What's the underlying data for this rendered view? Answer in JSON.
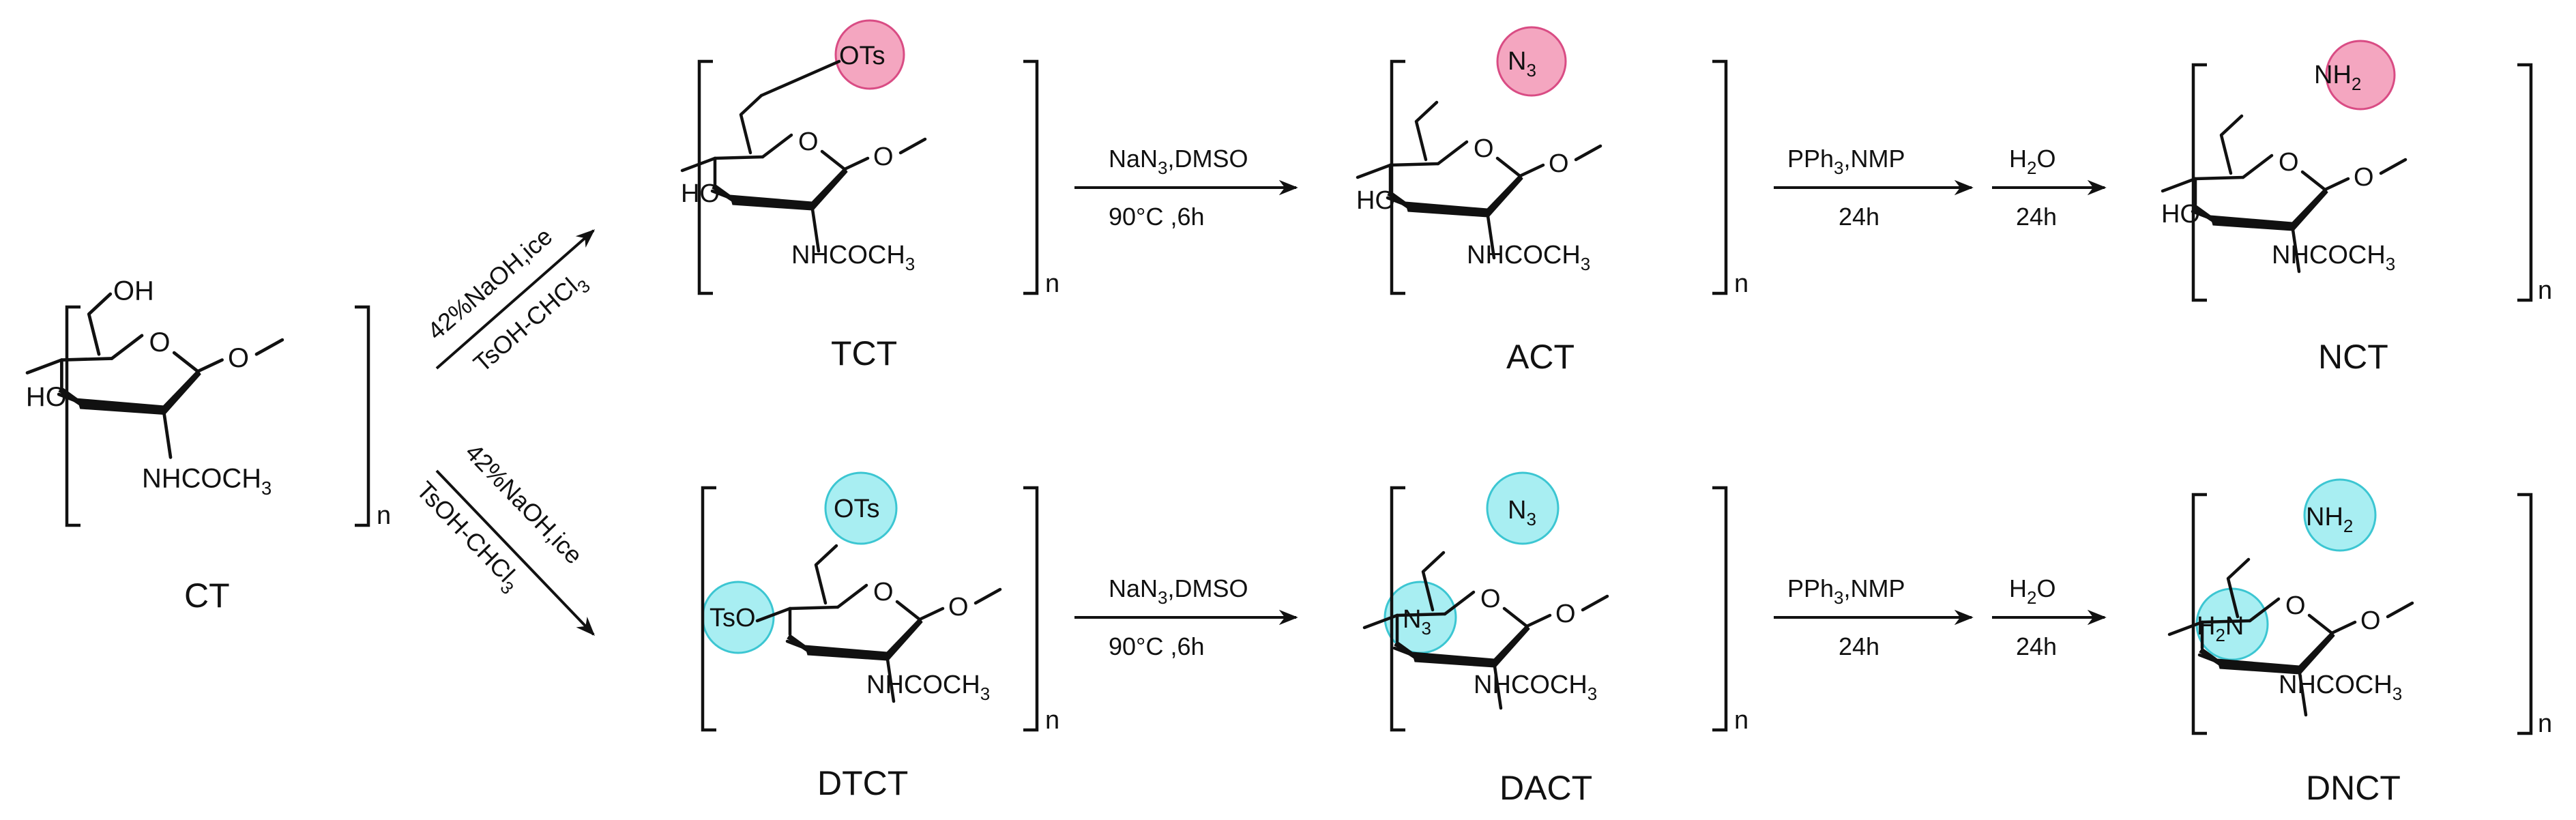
{
  "colors": {
    "pink_highlight": "#f4a6c0",
    "pink_stroke": "#d94c84",
    "cyan_highlight": "#a8eef2",
    "cyan_stroke": "#3cc6d2"
  },
  "common": {
    "ring_oxygen": "O",
    "glycosidic_O": "O",
    "nhcoch3": "NHCOCH",
    "nhcoch3_sub": "3",
    "ho": "HO",
    "repeat_n": "n"
  },
  "compounds": {
    "ct": {
      "name": "CT",
      "c6": "OH",
      "c3": "HO"
    },
    "tct": {
      "name": "TCT",
      "c6": "OTs",
      "c3": "HO"
    },
    "act": {
      "name": "ACT",
      "c6": "N",
      "c6_sub": "3",
      "c3": "HO"
    },
    "nct": {
      "name": "NCT",
      "c6": "NH",
      "c6_sub": "2",
      "c3": "HO"
    },
    "dtct": {
      "name": "DTCT",
      "c6": "OTs",
      "c3": "TsO"
    },
    "dact": {
      "name": "DACT",
      "c6": "N",
      "c6_sub": "3",
      "c3": "N",
      "c3_sub": "3"
    },
    "dnct": {
      "name": "DNCT",
      "c6": "NH",
      "c6_sub": "2",
      "c3_pre": "H",
      "c3_sub": "2",
      "c3_post": "N"
    }
  },
  "reactions": {
    "tosylation_above": "42%NaOH,ice",
    "tosylation_below": "TsOH-CHCl",
    "tosylation_below_sub": "3",
    "azidation_above": "NaN",
    "azidation_above_sub": "3",
    "azidation_above_post": ",DMSO",
    "azidation_below": "90°C ,6h",
    "staudinger_above": "PPh",
    "staudinger_above_sub": "3",
    "staudinger_above_post": ",NMP",
    "staudinger_below": "24h",
    "hydrolysis_above": "H",
    "hydrolysis_above_sub": "2",
    "hydrolysis_above_post": "O",
    "hydrolysis_below": "24h"
  }
}
